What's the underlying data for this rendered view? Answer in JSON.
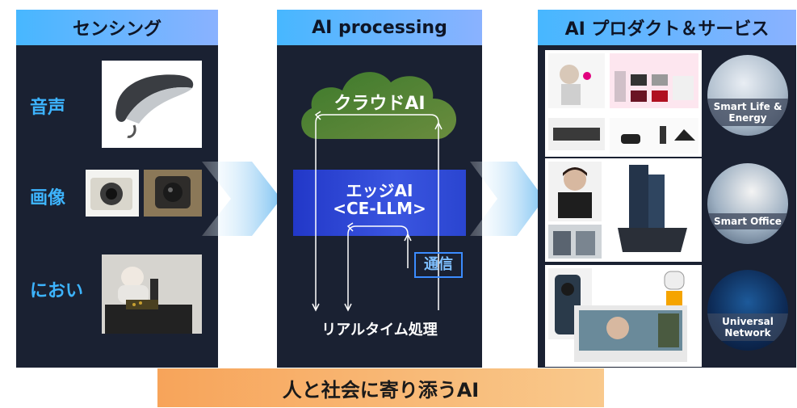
{
  "sensing": {
    "title": "センシング",
    "labels": [
      "音声",
      "画像",
      "におい"
    ]
  },
  "processing": {
    "title": "AI processing",
    "cloud": "クラウドAI",
    "edge_line1": "エッジAI",
    "edge_line2": "<CE-LLM>",
    "comm": "通信",
    "realtime": "リアルタイム処理"
  },
  "products": {
    "title": "AI プロダクト＆サービス",
    "rows": [
      {
        "circle": [
          "Smart Life &",
          "Energy"
        ]
      },
      {
        "circle": [
          "Smart Office"
        ]
      },
      {
        "circle": [
          "Universal",
          "Network"
        ]
      }
    ]
  },
  "banner": "人と社会に寄り添うAI",
  "colors": {
    "panel": "#1a2132",
    "header_start": "#47b7ff",
    "header_end": "#8ab2ff",
    "label": "#3db4ff",
    "cloud": "#4f8a3a",
    "edge": "#2e49d6",
    "banner_start": "#f7a45a",
    "banner_end": "#f9c98c"
  }
}
